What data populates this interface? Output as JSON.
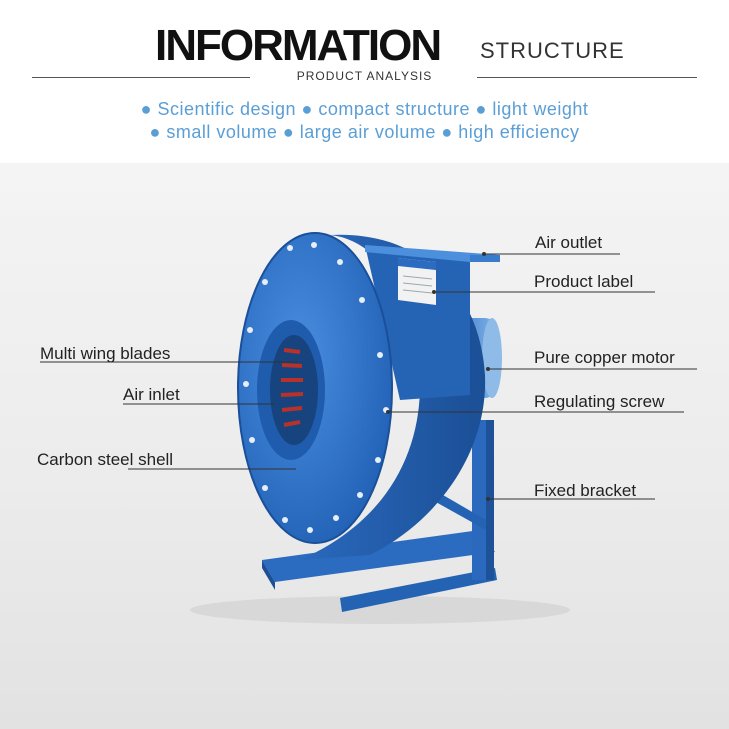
{
  "header": {
    "title_main": "INFORMATION",
    "title_secondary": "STRUCTURE",
    "subtitle": "PRODUCT ANALYSIS",
    "features_line1": "● Scientific design ● compact structure ● light weight",
    "features_line2": "● small volume ● large air volume ● high efficiency"
  },
  "labels": {
    "air_outlet": "Air outlet",
    "product_label": "Product label",
    "pure_copper_motor": "Pure copper motor",
    "regulating_screw": "Regulating screw",
    "fixed_bracket": "Fixed bracket",
    "multi_wing_blades": "Multi wing blades",
    "air_inlet": "Air inlet",
    "carbon_steel_shell": "Carbon steel shell"
  },
  "colors": {
    "feature_text": "#5a9ed6",
    "fan_blue": "#2f73c9",
    "impeller_red": "#b8322a"
  }
}
